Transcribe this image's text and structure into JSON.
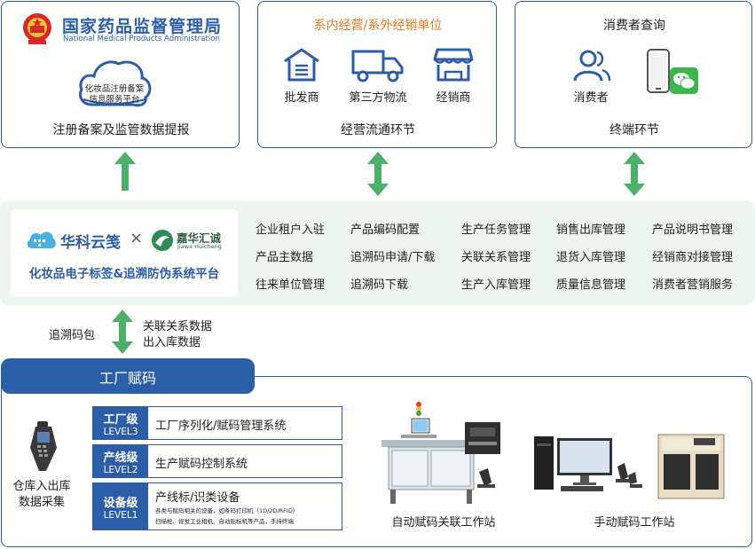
{
  "top_left": {
    "agency_cn": "国家药品监督管理局",
    "agency_en": "National Medical Products Administration",
    "cloud_line1": "化妆品注册备案",
    "cloud_line2": "信息服务平台",
    "caption": "注册备案及监管数据提报"
  },
  "top_middle": {
    "title": "系内经营/系外经销单位",
    "items": [
      "批发商",
      "第三方物流",
      "经销商"
    ],
    "caption": "经营流通环节"
  },
  "top_right": {
    "title": "消费者查询",
    "items": [
      "消费者"
    ],
    "caption": "终端环节"
  },
  "platform": {
    "brand1": "华科云笺",
    "times": "×",
    "brand2_cn": "嘉华汇诚",
    "brand2_en": "Jiawa Huicheng",
    "name": "化妆品电子标签&追溯防伪系统平台"
  },
  "features": [
    [
      "企业租户入驻",
      "产品编码配置",
      "生产任务管理",
      "销售出库管理",
      "产品说明书管理"
    ],
    [
      "产品主数据",
      "追溯码申请/下载",
      "关联关系管理",
      "退货入库管理",
      "经销商对接管理"
    ],
    [
      "往来单位管理",
      "追溯码下载",
      "生产入库管理",
      "质量信息管理",
      "消费者营销服务"
    ]
  ],
  "middle_arrow": {
    "left_label": "追溯码包",
    "right_line1": "关联关系数据",
    "right_line2": "出入库数据"
  },
  "factory": {
    "tab": "工厂赋码",
    "warehouse_line1": "仓库入出库",
    "warehouse_line2": "数据采集",
    "levels": [
      {
        "name": "工厂级",
        "code": "LEVEL3",
        "desc": "工厂序列化/赋码管理系统",
        "sub1": "",
        "sub2": ""
      },
      {
        "name": "产线级",
        "code": "LEVEL2",
        "desc": "生产赋码控制系统",
        "sub1": "",
        "sub2": ""
      },
      {
        "name": "设备级",
        "code": "LEVEL1",
        "desc": "产线标/识类设备",
        "sub1": "各类与赋码相关的设备，如条码打印机（1D/2D/RFID）",
        "sub2": "扫描枪、视觉工业相机、自动贴标机等产品，手持终端"
      }
    ],
    "auto_station": "自动赋码关联工作站",
    "manual_station": "手动赋码工作站"
  },
  "colors": {
    "blue": "#2b5ea7",
    "orange": "#e8791e",
    "green_arrow": "#4caf6a",
    "band": "#eef5ee"
  }
}
